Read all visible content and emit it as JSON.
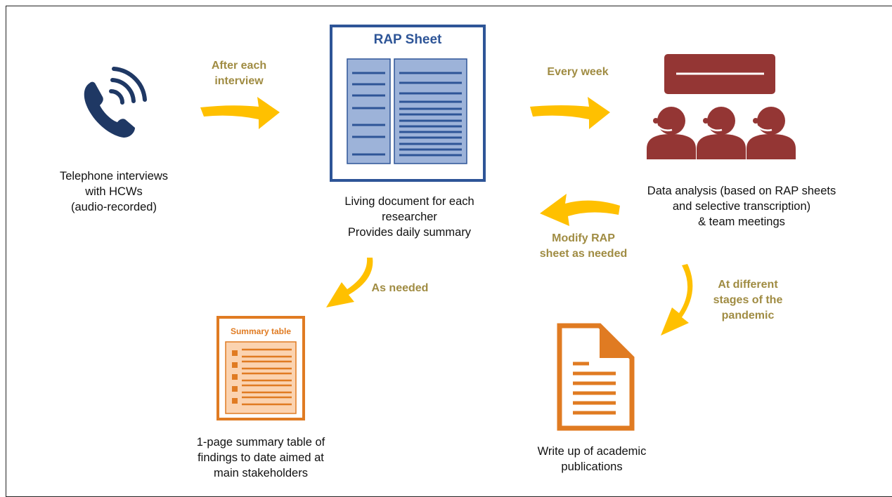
{
  "nodes": {
    "interviews": {
      "lines": [
        "Telephone interviews",
        "with HCWs",
        "(audio-recorded)"
      ]
    },
    "rap_sheet": {
      "title": "RAP Sheet",
      "lines": [
        "Living document for each",
        "researcher",
        "Provides daily summary"
      ]
    },
    "analysis": {
      "lines": [
        "Data analysis (based on RAP sheets",
        "and selective transcription)",
        "& team meetings"
      ]
    },
    "summary": {
      "title": "Summary table",
      "lines": [
        "1-page summary table of",
        "findings to date aimed at",
        "main stakeholders"
      ]
    },
    "publications": {
      "lines": [
        "Write up of academic",
        "publications"
      ]
    }
  },
  "edges": {
    "after_interview": {
      "lines": [
        "After each",
        "interview"
      ]
    },
    "every_week": {
      "lines": [
        "Every week"
      ]
    },
    "modify_rap": {
      "lines": [
        "Modify RAP",
        "sheet as needed"
      ]
    },
    "as_needed": {
      "lines": [
        "As needed"
      ]
    },
    "pandemic_stages": {
      "lines": [
        "At different",
        "stages of the",
        "pandemic"
      ]
    }
  },
  "colors": {
    "arrow": "#ffc000",
    "rap_blue": "#2e5597",
    "rap_fill": "#9db3d9",
    "team_red": "#943634",
    "phone_navy": "#1f3864",
    "summary_orange": "#e07b22",
    "summary_fill": "#fbd3b0",
    "label_gold": "#a08c43"
  },
  "icons": [
    "telephone-icon",
    "rap-sheet-icon",
    "team-meeting-icon",
    "summary-table-icon",
    "document-icon"
  ]
}
